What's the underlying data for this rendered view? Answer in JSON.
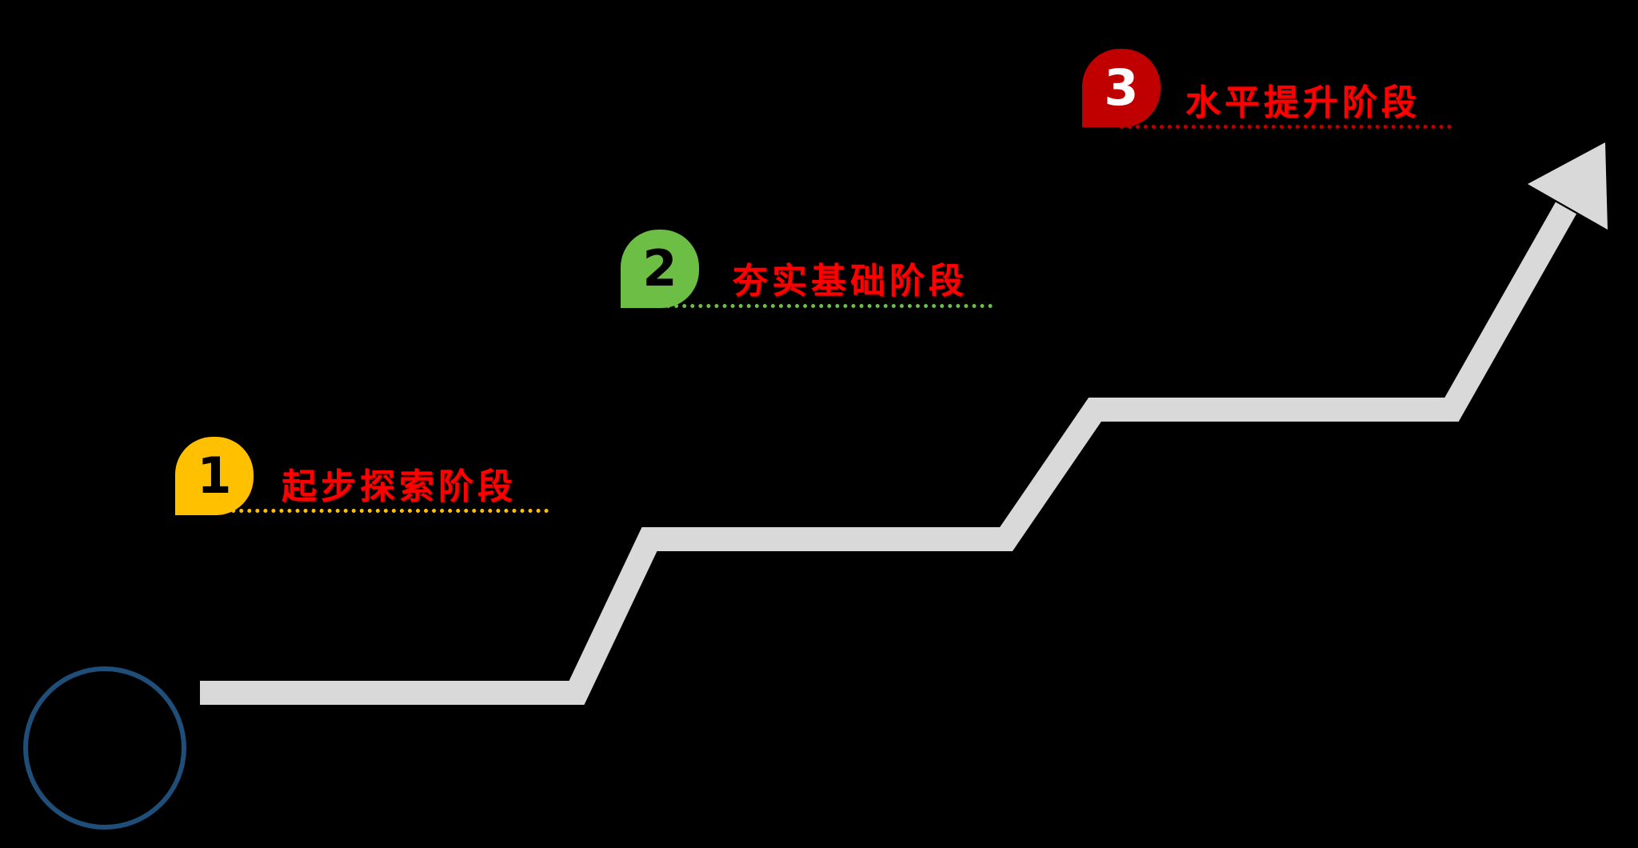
{
  "diagram": {
    "type": "staged-growth-arrow",
    "stages": [
      {
        "number": "1",
        "label": "起步探索阶段",
        "badge_color": "#FFC000",
        "number_color": "#000000"
      },
      {
        "number": "2",
        "label": "夯实基础阶段",
        "badge_color": "#6CBE45",
        "number_color": "#000000"
      },
      {
        "number": "3",
        "label": "水平提升阶段",
        "badge_color": "#C00000",
        "number_color": "#FFFFFF"
      }
    ],
    "label_text_color": "#FF0000",
    "arrow_color": "#D9D9D9",
    "start_circle_color": "#1F4E79",
    "background_color": "#000000"
  }
}
